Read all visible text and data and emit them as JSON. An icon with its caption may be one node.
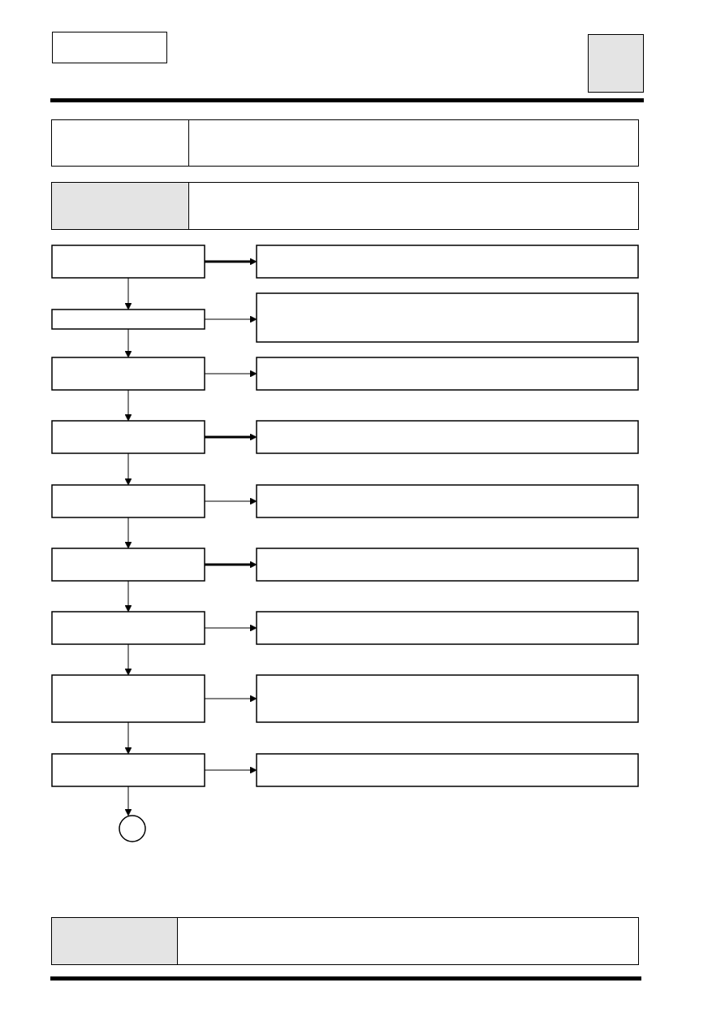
{
  "diagram": {
    "nodes": [
      {
        "text": [],
        "shape": "box"
      },
      {
        "text": [],
        "shape": "box"
      },
      {
        "text": [],
        "shape": "box"
      },
      {
        "text": [],
        "shape": "box"
      },
      {
        "text": [],
        "shape": "box"
      },
      {
        "text": [],
        "shape": "box"
      },
      {
        "text": [],
        "shape": "box"
      },
      {
        "text": [],
        "shape": "box"
      },
      {
        "text": [],
        "shape": "box"
      },
      {
        "text": [],
        "shape": "box"
      },
      {
        "text": [],
        "shape": "box"
      },
      {
        "text": [],
        "shape": "box"
      },
      {
        "text": [],
        "shape": "box"
      },
      {
        "text": [],
        "shape": "box"
      },
      {
        "text": [],
        "shape": "box"
      },
      {
        "text": [],
        "shape": "box"
      },
      {
        "text": [],
        "shape": "box"
      },
      {
        "text": [],
        "shape": "box"
      },
      {
        "text": [],
        "shape": "circle"
      }
    ],
    "edges": [
      {
        "from": 0,
        "to": 1,
        "arrow": "to",
        "style": "thick"
      },
      {
        "from": 0,
        "to": 2,
        "arrow": "to"
      },
      {
        "from": 2,
        "to": 3,
        "arrow": "to"
      },
      {
        "from": 2,
        "to": 4,
        "arrow": "to"
      },
      {
        "from": 4,
        "to": 5,
        "arrow": "to"
      },
      {
        "from": 4,
        "to": 6,
        "arrow": "to"
      },
      {
        "from": 6,
        "to": 7,
        "arrow": "to",
        "style": "thick"
      },
      {
        "from": 6,
        "to": 8,
        "arrow": "to"
      },
      {
        "from": 8,
        "to": 9,
        "arrow": "to"
      },
      {
        "from": 8,
        "to": 10,
        "arrow": "to"
      },
      {
        "from": 10,
        "to": 11,
        "arrow": "to",
        "style": "thick"
      },
      {
        "from": 10,
        "to": 12,
        "arrow": "to"
      },
      {
        "from": 12,
        "to": 13,
        "arrow": "to"
      },
      {
        "from": 12,
        "to": 14,
        "arrow": "to"
      },
      {
        "from": 14,
        "to": 15,
        "arrow": "to"
      },
      {
        "from": 14,
        "to": 16,
        "arrow": "to"
      },
      {
        "from": 16,
        "to": 17,
        "arrow": "to"
      },
      {
        "from": 16,
        "to": 18,
        "arrow": "to"
      }
    ]
  }
}
